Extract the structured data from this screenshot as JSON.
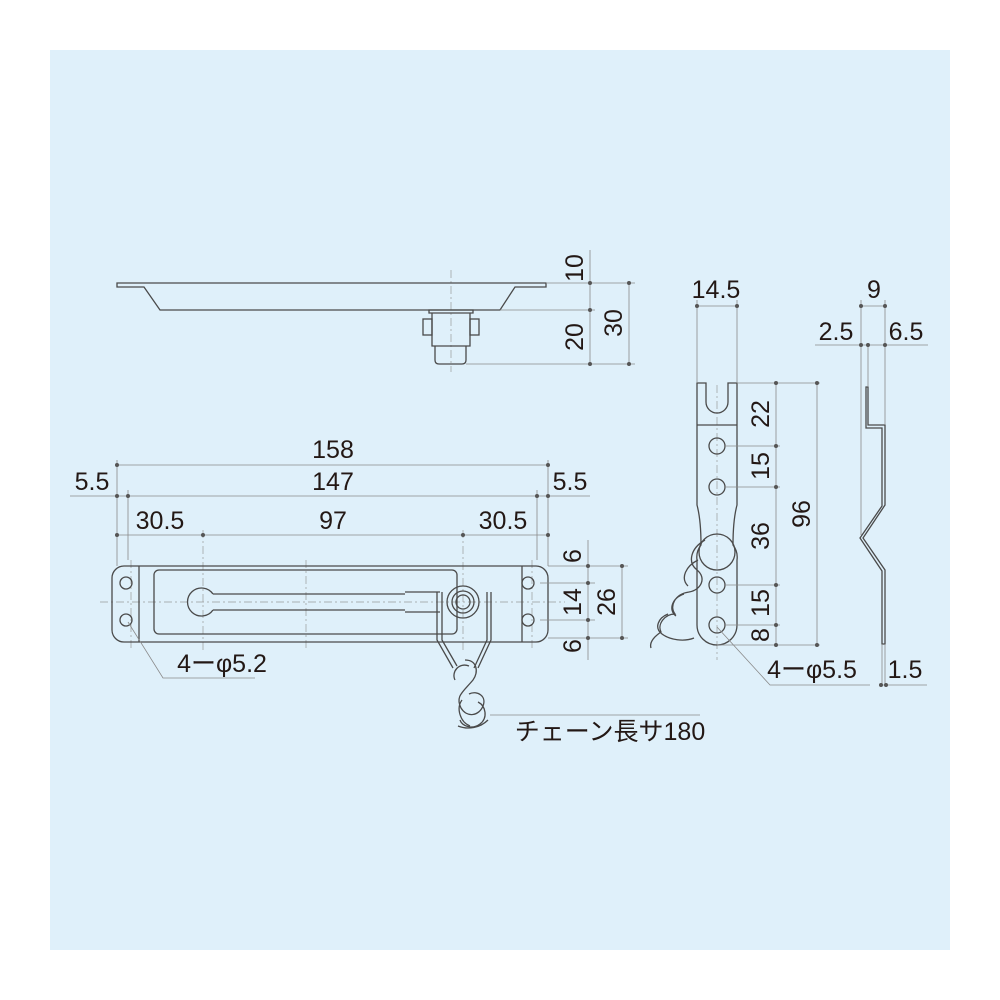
{
  "drawing": {
    "background_color": "#dff0fa",
    "top_view": {
      "dims": [
        "10",
        "20",
        "30"
      ]
    },
    "front_view": {
      "dims": {
        "overall": "158",
        "inner": "147",
        "left_margin": "5.5",
        "right_margin": "5.5",
        "left_offset": "30.5",
        "center": "97",
        "right_offset": "30.5",
        "top": "6",
        "middle": "14",
        "height": "26",
        "bottom": "6"
      },
      "hole_note": "4ーφ5.2",
      "chain_note": "チェーン長サ180"
    },
    "side_view": {
      "dims": {
        "width": "14.5",
        "d1": "22",
        "d2": "15",
        "d3": "36",
        "d4": "15",
        "d5": "8",
        "total": "96"
      },
      "hole_note": "4ーφ5.5"
    },
    "profile_view": {
      "dims": {
        "total": "9",
        "left": "2.5",
        "right": "6.5",
        "thickness": "1.5"
      }
    }
  }
}
